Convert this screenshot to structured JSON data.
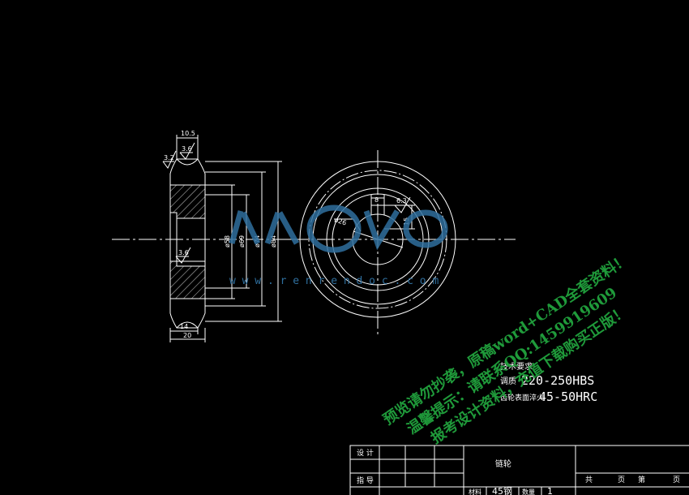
{
  "dimensions": {
    "width_top": "10.5",
    "rough_top_left": "3.2",
    "rough_top": "3.6",
    "rough_mid": "3.6",
    "dia_58": "ø58",
    "dia_69": "ø69",
    "dia_74": "ø74",
    "dia_84": "ø84",
    "width_14": "14",
    "width_20": "20",
    "key_width": "8",
    "key_rough": "6.3",
    "key_depth": "15",
    "bore": "ø26"
  },
  "watermark": {
    "logo_url": "w w w . r e n r e n d o c . c o m",
    "line1": "预览请勿抄袭，原稿word+CAD全套资料！",
    "line2": "温馨提示：请联系QQ:1459919609",
    "line3": "报考设计资料，充值下载购买正版！"
  },
  "requirements": {
    "title": "技术要求",
    "item1_prefix": "调质",
    "item1_value": "220-250HBS",
    "item2_prefix": "齿轮表面淬火",
    "item2_value": "45-50HRC"
  },
  "title_block": {
    "designer_label": "设 计",
    "checker_label": "指 导",
    "part_name": "链轮",
    "total_label": "共",
    "pages_label": "页",
    "sheet_label": "第",
    "sheet_pages_label": "页",
    "material_label": "材料",
    "material_value": "45钢",
    "quantity_label": "数量",
    "quantity_value": "1"
  },
  "colors": {
    "background": "#000000",
    "lines": "#ffffff",
    "watermark_green": "#1f9a3a",
    "logo_blue": "#2f6f9e"
  }
}
